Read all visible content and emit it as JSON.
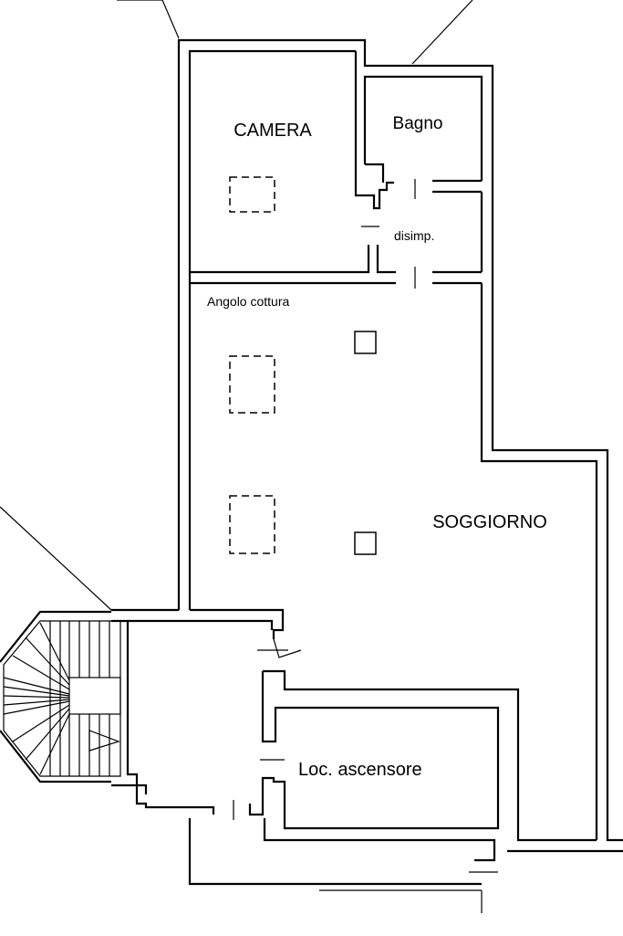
{
  "plan": {
    "rooms": {
      "camera": "CAMERA",
      "bagno": "Bagno",
      "disimpegno": "disimp.",
      "angolo_cottura": "Angolo cottura",
      "soggiorno": "SOGGIORNO",
      "ascensore": "Loc. ascensore"
    }
  }
}
